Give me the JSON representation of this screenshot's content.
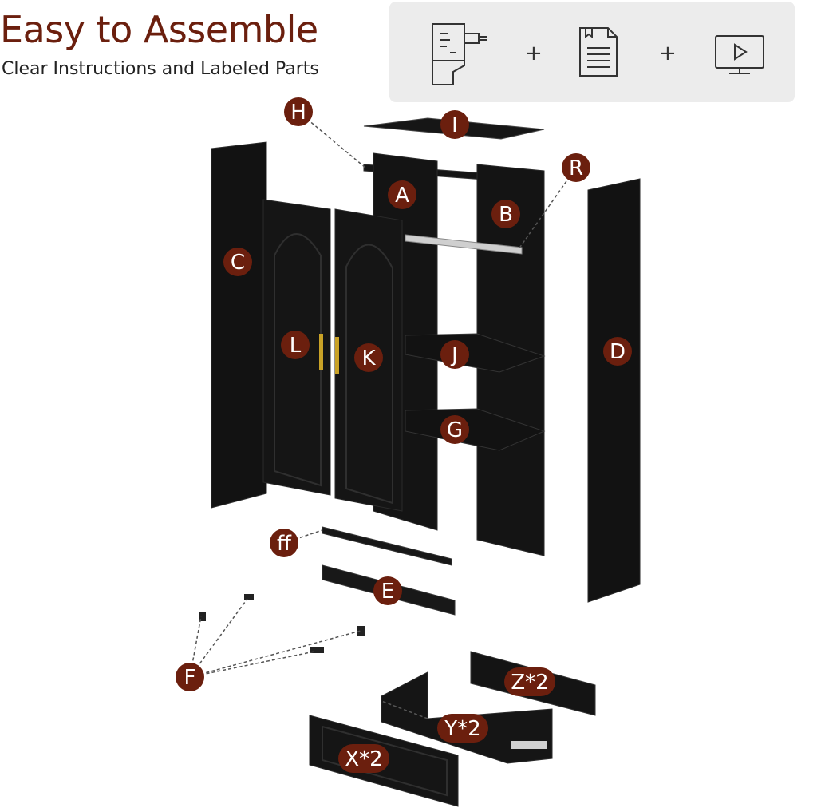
{
  "header": {
    "title": "Easy to Assemble",
    "subtitle": "Clear Instructions and Labeled Parts"
  },
  "toolbox": {
    "icons": [
      "drill-icon",
      "manual-icon",
      "video-icon"
    ],
    "separator": "+"
  },
  "colors": {
    "label_bg": "#6b1f0e",
    "panel": "#111111",
    "panel_edge": "#2a2a2a",
    "title": "#6b1f0e",
    "handle": "#c9a227"
  },
  "parts": [
    {
      "id": "A",
      "label": "A"
    },
    {
      "id": "B",
      "label": "B"
    },
    {
      "id": "C",
      "label": "C"
    },
    {
      "id": "D",
      "label": "D"
    },
    {
      "id": "E",
      "label": "E"
    },
    {
      "id": "F",
      "label": "F"
    },
    {
      "id": "G",
      "label": "G"
    },
    {
      "id": "H",
      "label": "H"
    },
    {
      "id": "I",
      "label": "I"
    },
    {
      "id": "J",
      "label": "J"
    },
    {
      "id": "K",
      "label": "K"
    },
    {
      "id": "L",
      "label": "L"
    },
    {
      "id": "R",
      "label": "R"
    },
    {
      "id": "ff",
      "label": "ff"
    },
    {
      "id": "X",
      "label": "X*2"
    },
    {
      "id": "Y",
      "label": "Y*2"
    },
    {
      "id": "Z",
      "label": "Z*2"
    }
  ]
}
